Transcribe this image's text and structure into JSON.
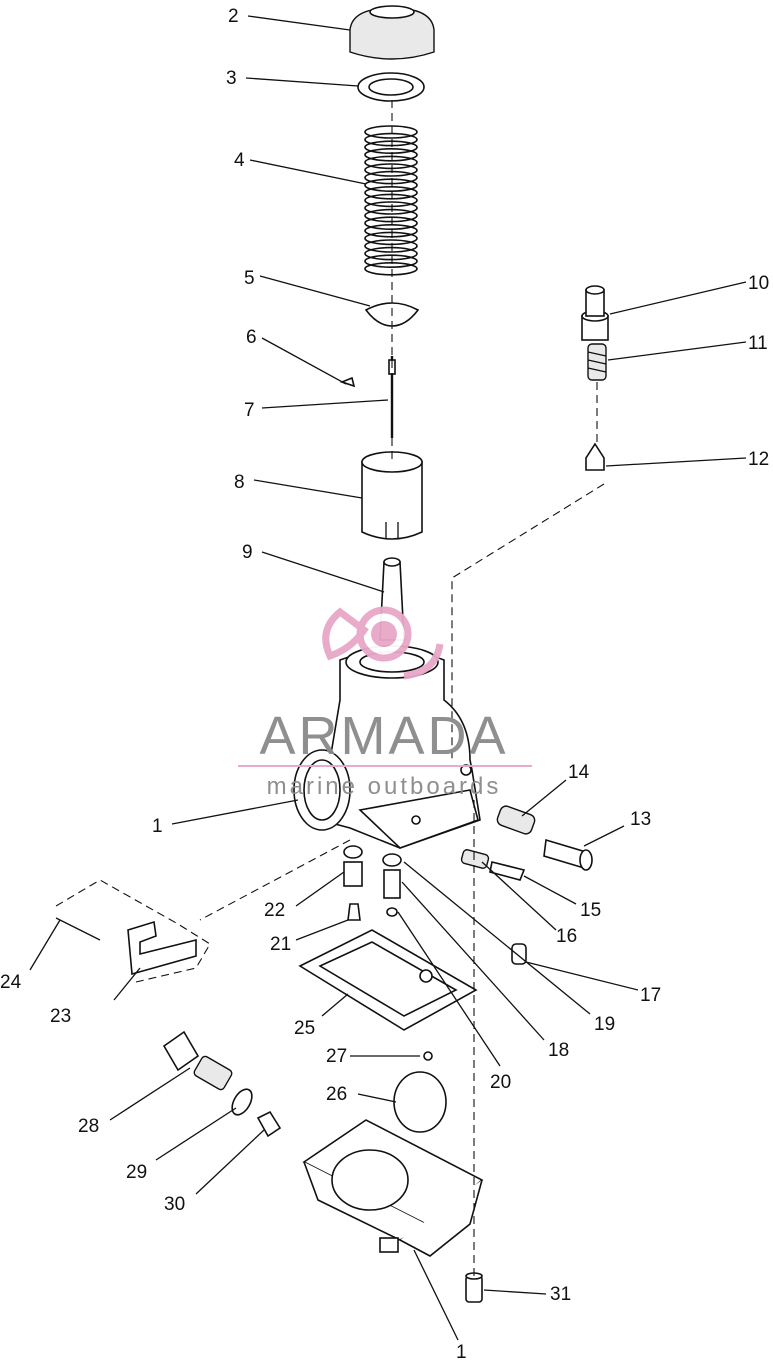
{
  "callouts": [
    {
      "id": "c2",
      "text": "2"
    },
    {
      "id": "c3",
      "text": "3"
    },
    {
      "id": "c4",
      "text": "4"
    },
    {
      "id": "c5",
      "text": "5"
    },
    {
      "id": "c6",
      "text": "6"
    },
    {
      "id": "c7",
      "text": "7"
    },
    {
      "id": "c8",
      "text": "8"
    },
    {
      "id": "c9",
      "text": "9"
    },
    {
      "id": "c10",
      "text": "10"
    },
    {
      "id": "c11",
      "text": "11"
    },
    {
      "id": "c12",
      "text": "12"
    },
    {
      "id": "c1a",
      "text": "1"
    },
    {
      "id": "c14",
      "text": "14"
    },
    {
      "id": "c13",
      "text": "13"
    },
    {
      "id": "c15",
      "text": "15"
    },
    {
      "id": "c16",
      "text": "16"
    },
    {
      "id": "c17",
      "text": "17"
    },
    {
      "id": "c18",
      "text": "18"
    },
    {
      "id": "c19",
      "text": "19"
    },
    {
      "id": "c20",
      "text": "20"
    },
    {
      "id": "c21",
      "text": "21"
    },
    {
      "id": "c22",
      "text": "22"
    },
    {
      "id": "c23",
      "text": "23"
    },
    {
      "id": "c24",
      "text": "24"
    },
    {
      "id": "c25",
      "text": "25"
    },
    {
      "id": "c26",
      "text": "26"
    },
    {
      "id": "c27",
      "text": "27"
    },
    {
      "id": "c28",
      "text": "28"
    },
    {
      "id": "c29",
      "text": "29"
    },
    {
      "id": "c30",
      "text": "30"
    },
    {
      "id": "c31",
      "text": "31"
    },
    {
      "id": "c1b",
      "text": "1"
    }
  ],
  "watermark": {
    "brand": "ARMADA",
    "tagline": "marine outboards",
    "logo_color": "#e8a7c8",
    "text_color": "#8a8a8a"
  }
}
